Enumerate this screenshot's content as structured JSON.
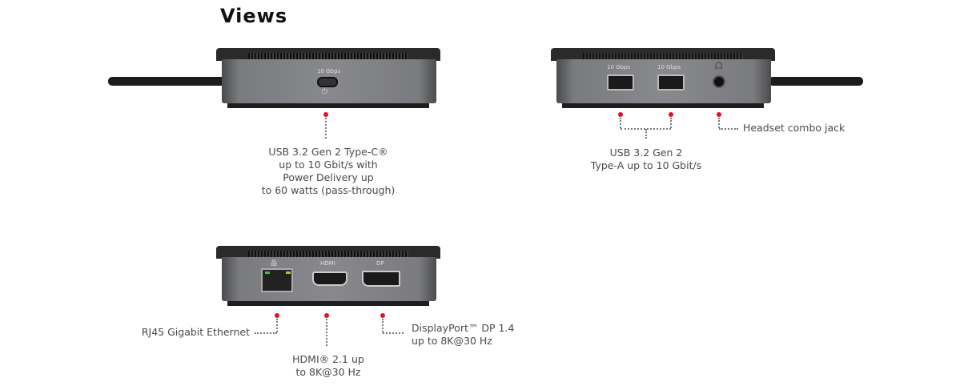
{
  "title": "Views",
  "device_top_left": {
    "port_label": "10 Gbps",
    "callout": [
      "USB 3.2 Gen 2 Type-C®",
      "up to 10 Gbit/s with",
      "Power Delivery up",
      "to 60 watts (pass-through)"
    ]
  },
  "device_top_right": {
    "port_labels": [
      "10 Gbps",
      "10 Gbps"
    ],
    "usb_callout": [
      "USB 3.2 Gen 2",
      "Type-A up to 10 Gbit/s"
    ],
    "headset_callout": "Headset combo jack"
  },
  "device_bottom": {
    "port_labels": [
      "HDMI",
      "DP"
    ],
    "rj45_callout": "RJ45 Gigabit Ethernet",
    "hdmi_callout": [
      "HDMI® 2.1 up",
      "to 8K@30 Hz"
    ],
    "dp_callout": [
      "DisplayPort™ DP 1.4",
      "up to 8K@30 Hz"
    ]
  },
  "colors": {
    "accent_dot": "#e0141e",
    "body": "#88898c"
  }
}
